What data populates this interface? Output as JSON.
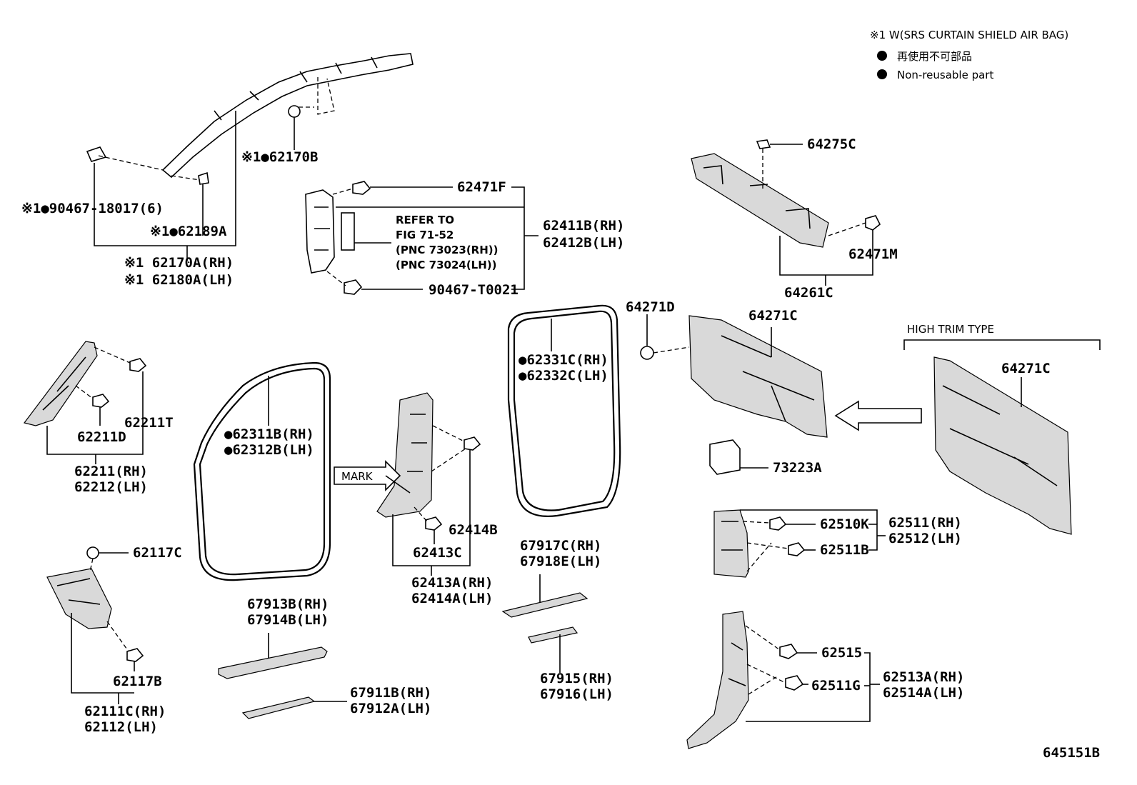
{
  "legend": {
    "note_line": "※1 W(SRS CURTAIN SHIELD AIR BAG)",
    "bullet_jp": "再使用不可部品",
    "bullet_en": "Non-reusable part"
  },
  "figure_id": "645151B",
  "refer": {
    "line1": "REFER TO",
    "line2": "FIG 71-52",
    "line3": "(PNC 73023(RH))",
    "line4": "(PNC 73024(LH))"
  },
  "high_trim": "HIGH TRIM TYPE",
  "mark": "MARK",
  "callouts": {
    "p62170B": "※1●62170B",
    "p90467_18017": "※1●90467-18017(6)",
    "p62189A": "※1●62189A",
    "p62170A": "※1 62170A(RH)",
    "p62180A": "※1 62180A(LH)",
    "p62471F": "62471F",
    "p62411B": "62411B(RH)",
    "p62412B": "62412B(LH)",
    "p90467_T0021": "90467-T0021",
    "p64275C": "64275C",
    "p62471M": "62471M",
    "p64261C": "64261C",
    "p64271D": "64271D",
    "p64271C_a": "64271C",
    "p64271C_b": "64271C",
    "p73223A": "73223A",
    "p62331C": "●62331C(RH)",
    "p62332C": "●62332C(LH)",
    "p62311B": "●62311B(RH)",
    "p62312B": "●62312B(LH)",
    "p62211T": "62211T",
    "p62211D": "62211D",
    "p62211": "62211(RH)",
    "p62212": "62212(LH)",
    "p62414B": "62414B",
    "p62413C": "62413C",
    "p62413A": "62413A(RH)",
    "p62414A": "62414A(LH)",
    "p62117C": "62117C",
    "p62117B": "62117B",
    "p62111C": "62111C(RH)",
    "p62112": "62112(LH)",
    "p67917C": "67917C(RH)",
    "p67918E": "67918E(LH)",
    "p67913B": "67913B(RH)",
    "p67914B": "67914B(LH)",
    "p67911B": "67911B(RH)",
    "p67912A": "67912A(LH)",
    "p67915": "67915(RH)",
    "p67916": "67916(LH)",
    "p62510K": "62510K",
    "p62511B": "62511B",
    "p62511": "62511(RH)",
    "p62512": "62512(LH)",
    "p62515": "62515",
    "p62511G": "62511G",
    "p62513A": "62513A(RH)",
    "p62514A": "62514A(LH)"
  }
}
